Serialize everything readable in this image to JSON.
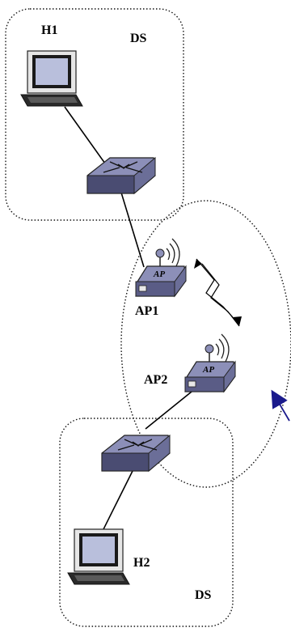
{
  "labels": {
    "h1": "H1",
    "h2": "H2",
    "ds_top": "DS",
    "ds_bottom": "DS",
    "ap1": "AP1",
    "ap2": "AP2",
    "ap1_badge": "AP",
    "ap2_badge": "AP"
  },
  "icons": {
    "host": "desktop-computer-icon",
    "switch": "network-switch-icon",
    "access_point": "wireless-access-point-icon"
  },
  "colors": {
    "device_fill": "#8c8fb8",
    "device_dark": "#4a4c72",
    "pointer_arrow": "#1a1a8c"
  }
}
